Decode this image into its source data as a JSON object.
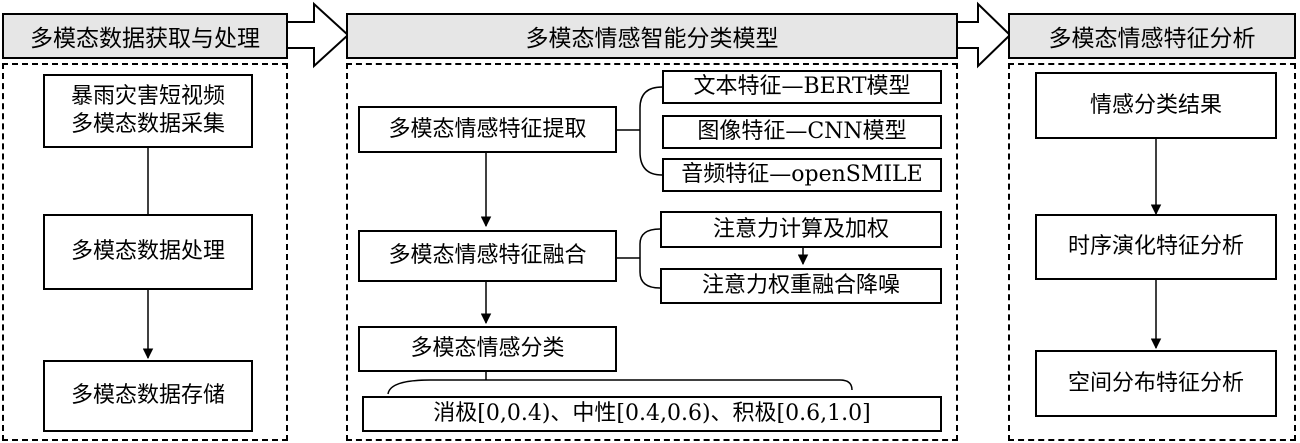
{
  "sections": [
    {
      "title": "多模态数据获取与处理"
    },
    {
      "title": "多模态情感智能分类模型"
    },
    {
      "title": "多模态情感特征分析"
    }
  ],
  "acquisition": {
    "collect_line1": "暴雨灾害短视频",
    "collect_line2": "多模态数据采集",
    "process": "多模态数据处理",
    "store": "多模态数据存储"
  },
  "model": {
    "extract": "多模态情感特征提取",
    "features": [
      "文本特征—BERT模型",
      "图像特征—CNN模型",
      "音频特征—openSMILE"
    ],
    "fusion": "多模态情感特征融合",
    "attention": [
      "注意力计算及加权",
      "注意力权重融合降噪"
    ],
    "classify": "多模态情感分类",
    "ranges": "消极[0,0.4)、中性[0.4,0.6)、积极[0.6,1.0]"
  },
  "analysis": {
    "result": "情感分类结果",
    "temporal": "时序演化特征分析",
    "spatial": "空间分布特征分析"
  }
}
